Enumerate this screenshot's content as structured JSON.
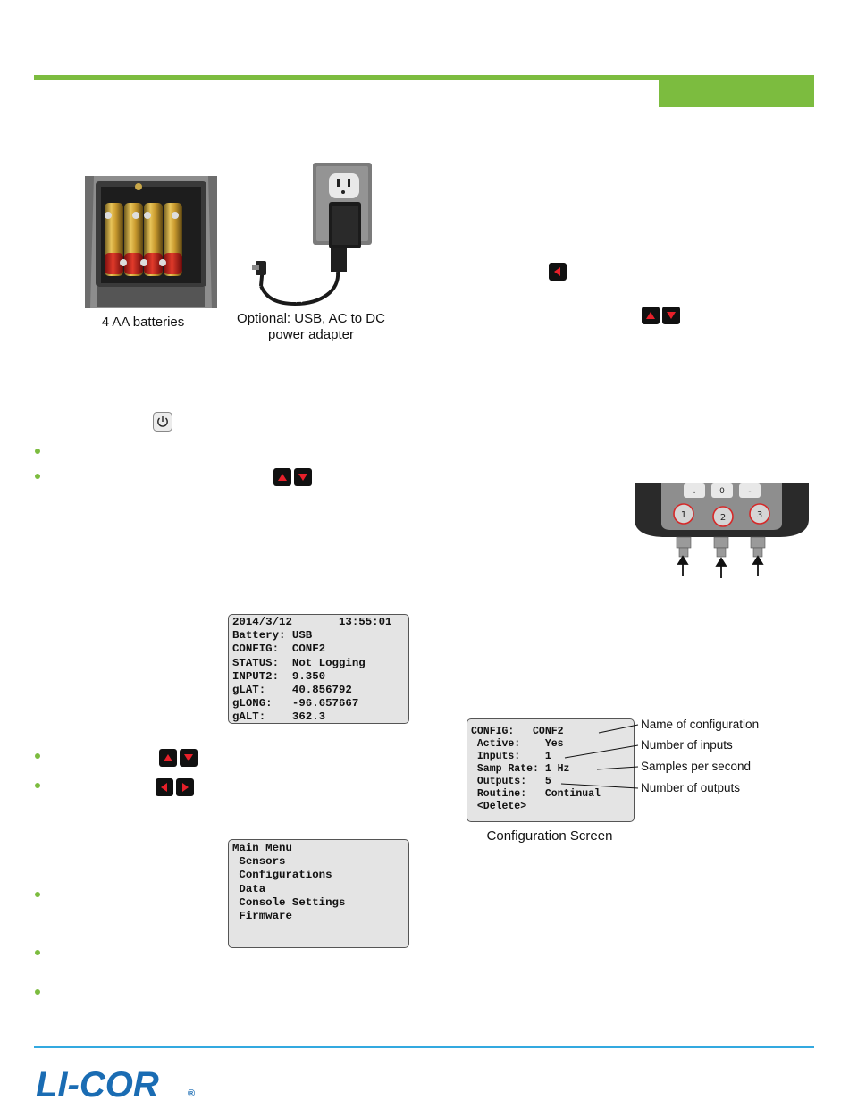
{
  "colors": {
    "brand_green": "#7cbc3f",
    "brand_blue": "#1a6cb3",
    "rule_blue": "#33a9e0",
    "key_black": "#111111",
    "key_arrow_red": "#e8202a"
  },
  "figures": {
    "batteries_caption": "4 AA batteries",
    "adapter_caption_line1": "Optional: USB, AC to DC",
    "adapter_caption_line2": "power adapter",
    "config_screen_caption": "Configuration Screen"
  },
  "icons": {
    "power": "power-button-icon",
    "left": "left-arrow-key-icon",
    "right": "right-arrow-key-icon",
    "up": "up-arrow-key-icon",
    "down": "down-arrow-key-icon"
  },
  "status_screen": {
    "lines": [
      "2014/3/12       13:55:01",
      "Battery: USB",
      "CONFIG:  CONF2",
      "STATUS:  Not Logging",
      "INPUT2:  9.350",
      "gLAT:    40.856792",
      "gLONG:   -96.657667",
      "gALT:    362.3"
    ]
  },
  "main_menu": {
    "lines": [
      "Main Menu",
      " Sensors",
      " Configurations",
      " Data",
      " Console Settings",
      " Firmware"
    ]
  },
  "config_screen": {
    "lines": [
      "CONFIG:   CONF2",
      " Active:    Yes",
      " Inputs:    1",
      " Samp Rate: 1 Hz",
      " Outputs:   5",
      " Routine:   Continual",
      " <Delete>"
    ],
    "annotations": [
      "Name of configuration",
      "Number of inputs",
      "Samples per second",
      "Number of outputs"
    ]
  },
  "connector_panel": {
    "keys": [
      ".",
      "0",
      "-"
    ],
    "ports": [
      "1",
      "2",
      "3"
    ]
  },
  "footer": {
    "logo_text": "LI-COR",
    "registered_mark": "®"
  }
}
